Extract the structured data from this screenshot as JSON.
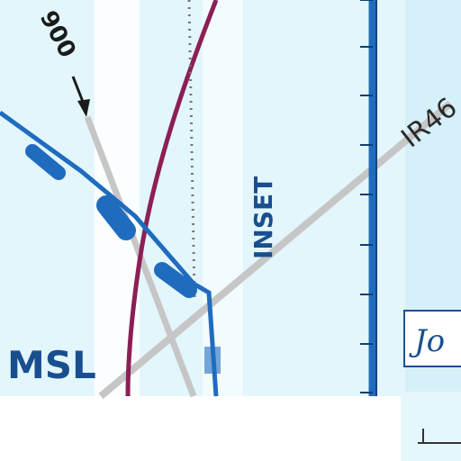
{
  "chart": {
    "route_label": "IR46",
    "route_label_partial": "900",
    "inset_label": "INSET",
    "altitude_label": "MSL",
    "city_label": "Jo"
  },
  "colors": {
    "water": "#e3f6fb",
    "airspace_blue": "#1f6cbf",
    "route_gray": "#c6c6c6",
    "boundary_maroon": "#8c1f55",
    "text_dark": "#1b1b1b",
    "text_blue": "#1a4f8f"
  }
}
